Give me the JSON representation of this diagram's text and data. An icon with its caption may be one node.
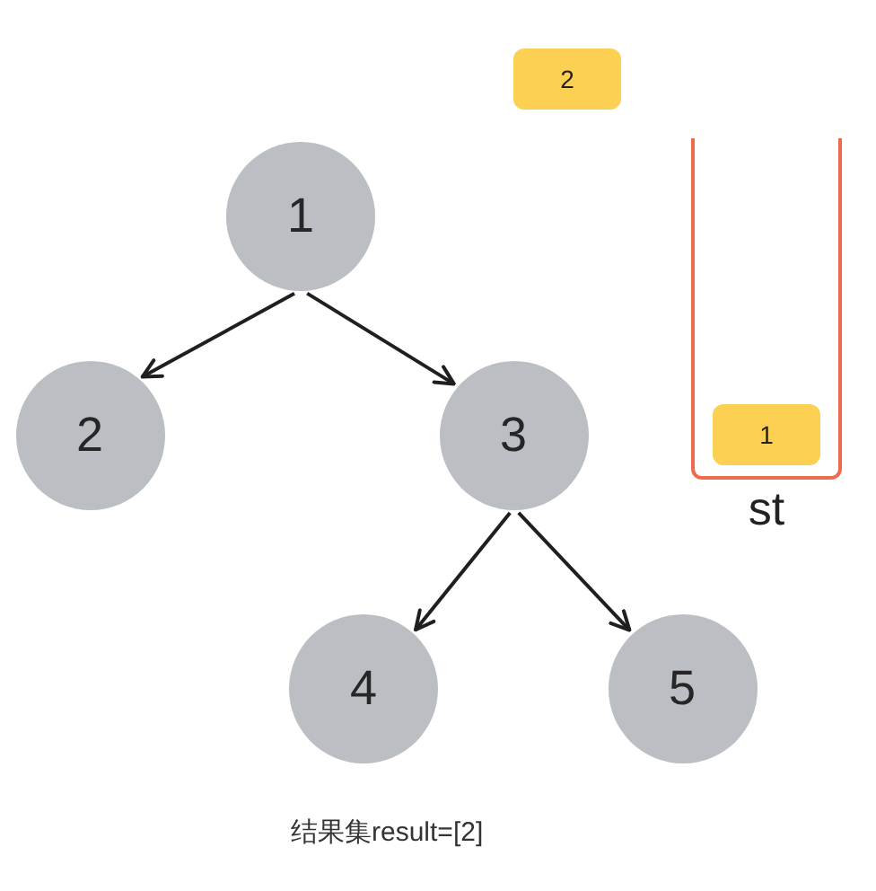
{
  "diagram": {
    "nodes": [
      {
        "text": [
          "1"
        ]
      },
      {
        "text": [
          "2"
        ]
      },
      {
        "text": [
          "3"
        ]
      },
      {
        "text": [
          "4"
        ]
      },
      {
        "text": [
          "5"
        ]
      },
      {
        "text": [
          "st"
        ]
      },
      {
        "text": [
          "1"
        ],
        "in": 5
      },
      {
        "text": [
          "2"
        ]
      }
    ],
    "edges": [
      {
        "from": 0,
        "to": 1,
        "arrow": "to"
      },
      {
        "from": 0,
        "to": 2,
        "arrow": "to"
      },
      {
        "from": 2,
        "to": 3,
        "arrow": "to"
      },
      {
        "from": 2,
        "to": 4,
        "arrow": "to"
      }
    ],
    "labels": [
      "结果集result=[2]"
    ]
  }
}
